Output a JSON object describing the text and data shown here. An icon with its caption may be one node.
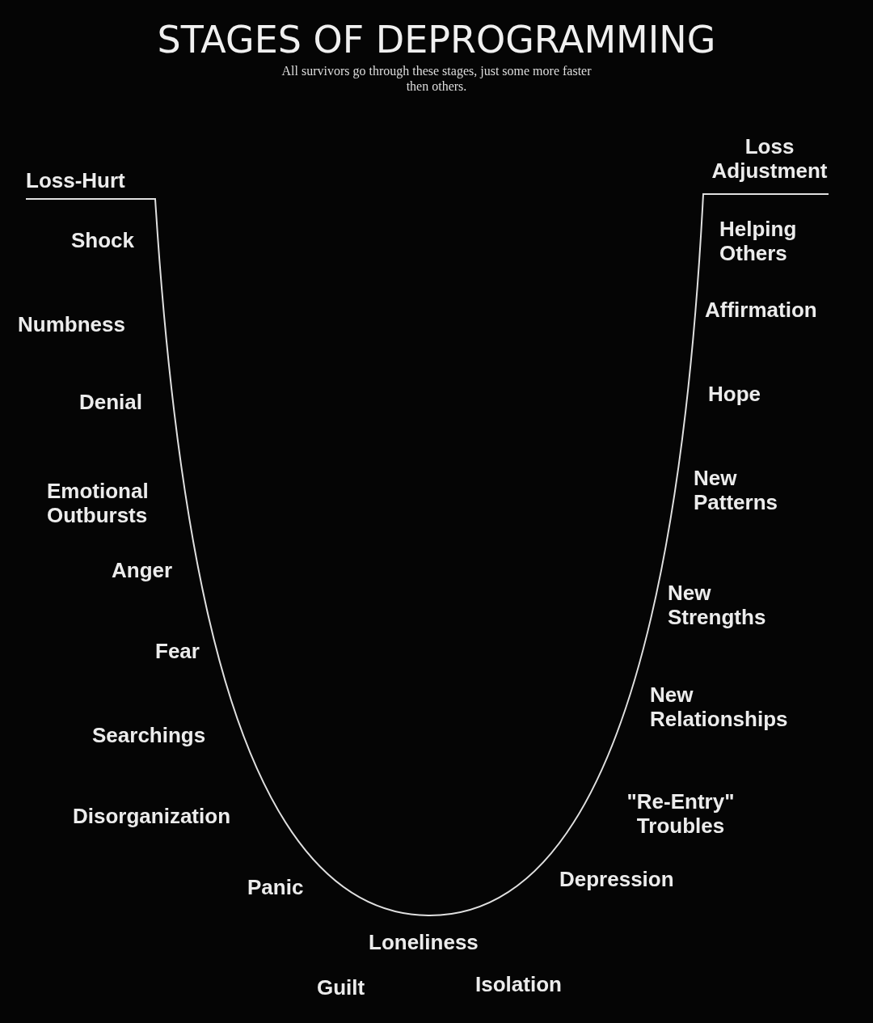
{
  "diagram": {
    "title": "STAGES OF DEPROGRAMMING",
    "caption": "All survivors go through these stages, just some more faster then others.",
    "labels": [
      "Loss Adjustment",
      "Loss-Hurt",
      "Shock",
      "Helping Others",
      "Numbness",
      "Affirmation",
      "Denial",
      "Hope",
      "New Patterns",
      "Emotional Outbursts",
      "Anger",
      "New Strengths",
      "Fear",
      "New Relationships",
      "Searchings",
      "\"Re-Entry\" Troubles",
      "Disorganization",
      "Depression",
      "Panic",
      "Loneliness",
      "Guilt",
      "Isolation"
    ]
  }
}
